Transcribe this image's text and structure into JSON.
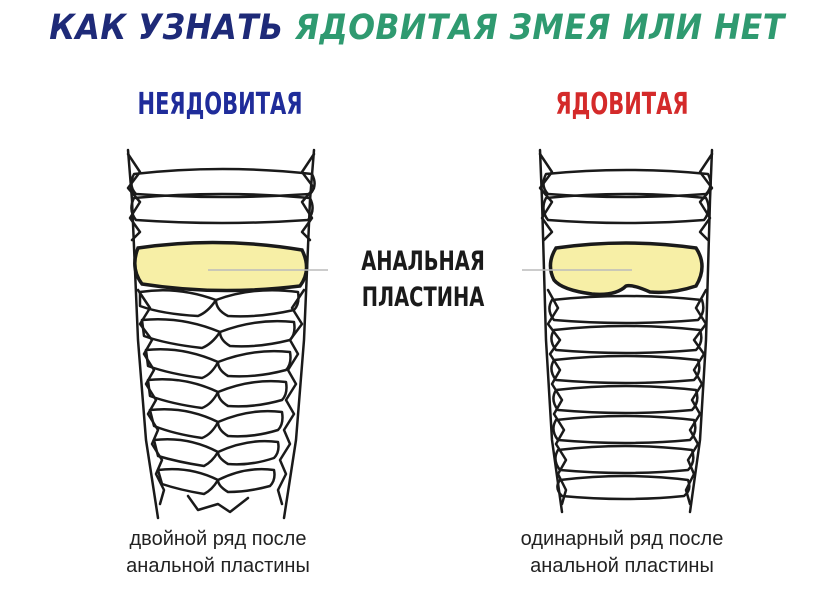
{
  "title": {
    "part1": "КАК УЗНАТЬ ",
    "part2": "ЯДОВИТАЯ ЗМЕЯ ИЛИ НЕТ"
  },
  "left": {
    "heading": "НЕЯДОВИТАЯ",
    "caption_line1": "двойной ряд после",
    "caption_line2": "анальной пластины"
  },
  "right": {
    "heading": "ЯДОВИТАЯ",
    "caption_line1": "одинарный ряд после",
    "caption_line2": "анальной пластины"
  },
  "center_label": {
    "line1": "АНАЛЬНАЯ",
    "line2": "ПЛАСТИНА"
  },
  "colors": {
    "title_dark": "#1e2a78",
    "title_green": "#2f9a70",
    "non_venomous": "#1f2c9a",
    "venomous": "#d42a2a",
    "anal_plate_fill": "#f7efa6"
  }
}
